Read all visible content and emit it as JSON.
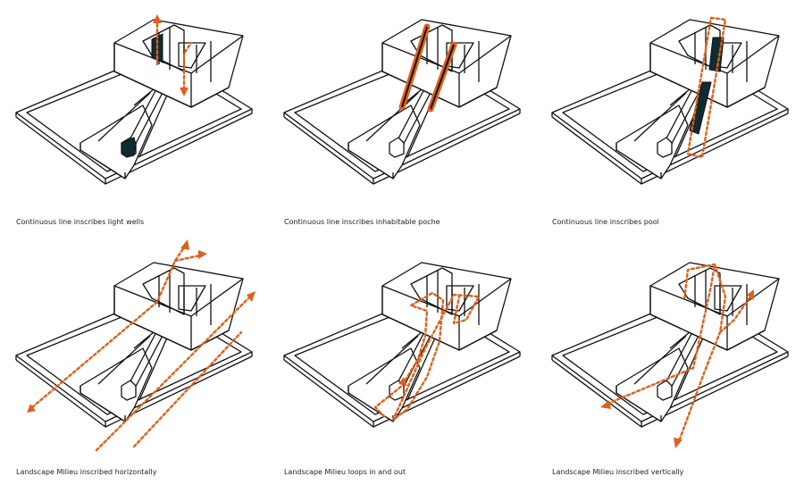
{
  "colors": {
    "accent": "#e0601a",
    "poche": "#8c8c8c",
    "water": "#0f2c33",
    "line": "#111111"
  },
  "panels": [
    {
      "caption": "Continuous line inscribes light wells",
      "highlight": "light-wells"
    },
    {
      "caption": "Continuous line inscribes inhabitable poche",
      "highlight": "poche"
    },
    {
      "caption": "Continuous line inscribes pool",
      "highlight": "pool"
    },
    {
      "caption": "Landscape Milieu inscribed horizontally",
      "highlight": "horizontal-path"
    },
    {
      "caption": "Landscape Milieu loops in and out",
      "highlight": "loop-path"
    },
    {
      "caption": "Landscape Milieu inscribed vertically",
      "highlight": "vertical-path"
    }
  ]
}
